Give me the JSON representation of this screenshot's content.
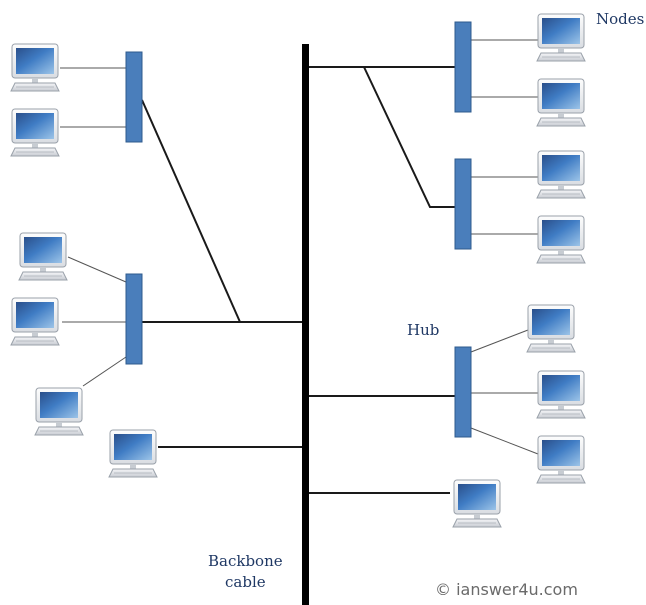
{
  "labels": {
    "nodes": "Nodes",
    "hub": "Hub",
    "backbone_line1": "Backbone",
    "backbone_line2": "cable"
  },
  "watermark": "© ianswer4u.com",
  "colors": {
    "hub_fill": "#4a7ebb",
    "hub_stroke": "#2f5b8e",
    "backbone": "#000000",
    "cable": "#1a1a1a",
    "spoke": "#555555",
    "label": "#1f3864"
  },
  "icons": {
    "node": "desktop-computer-icon",
    "hub": "hub-icon"
  }
}
